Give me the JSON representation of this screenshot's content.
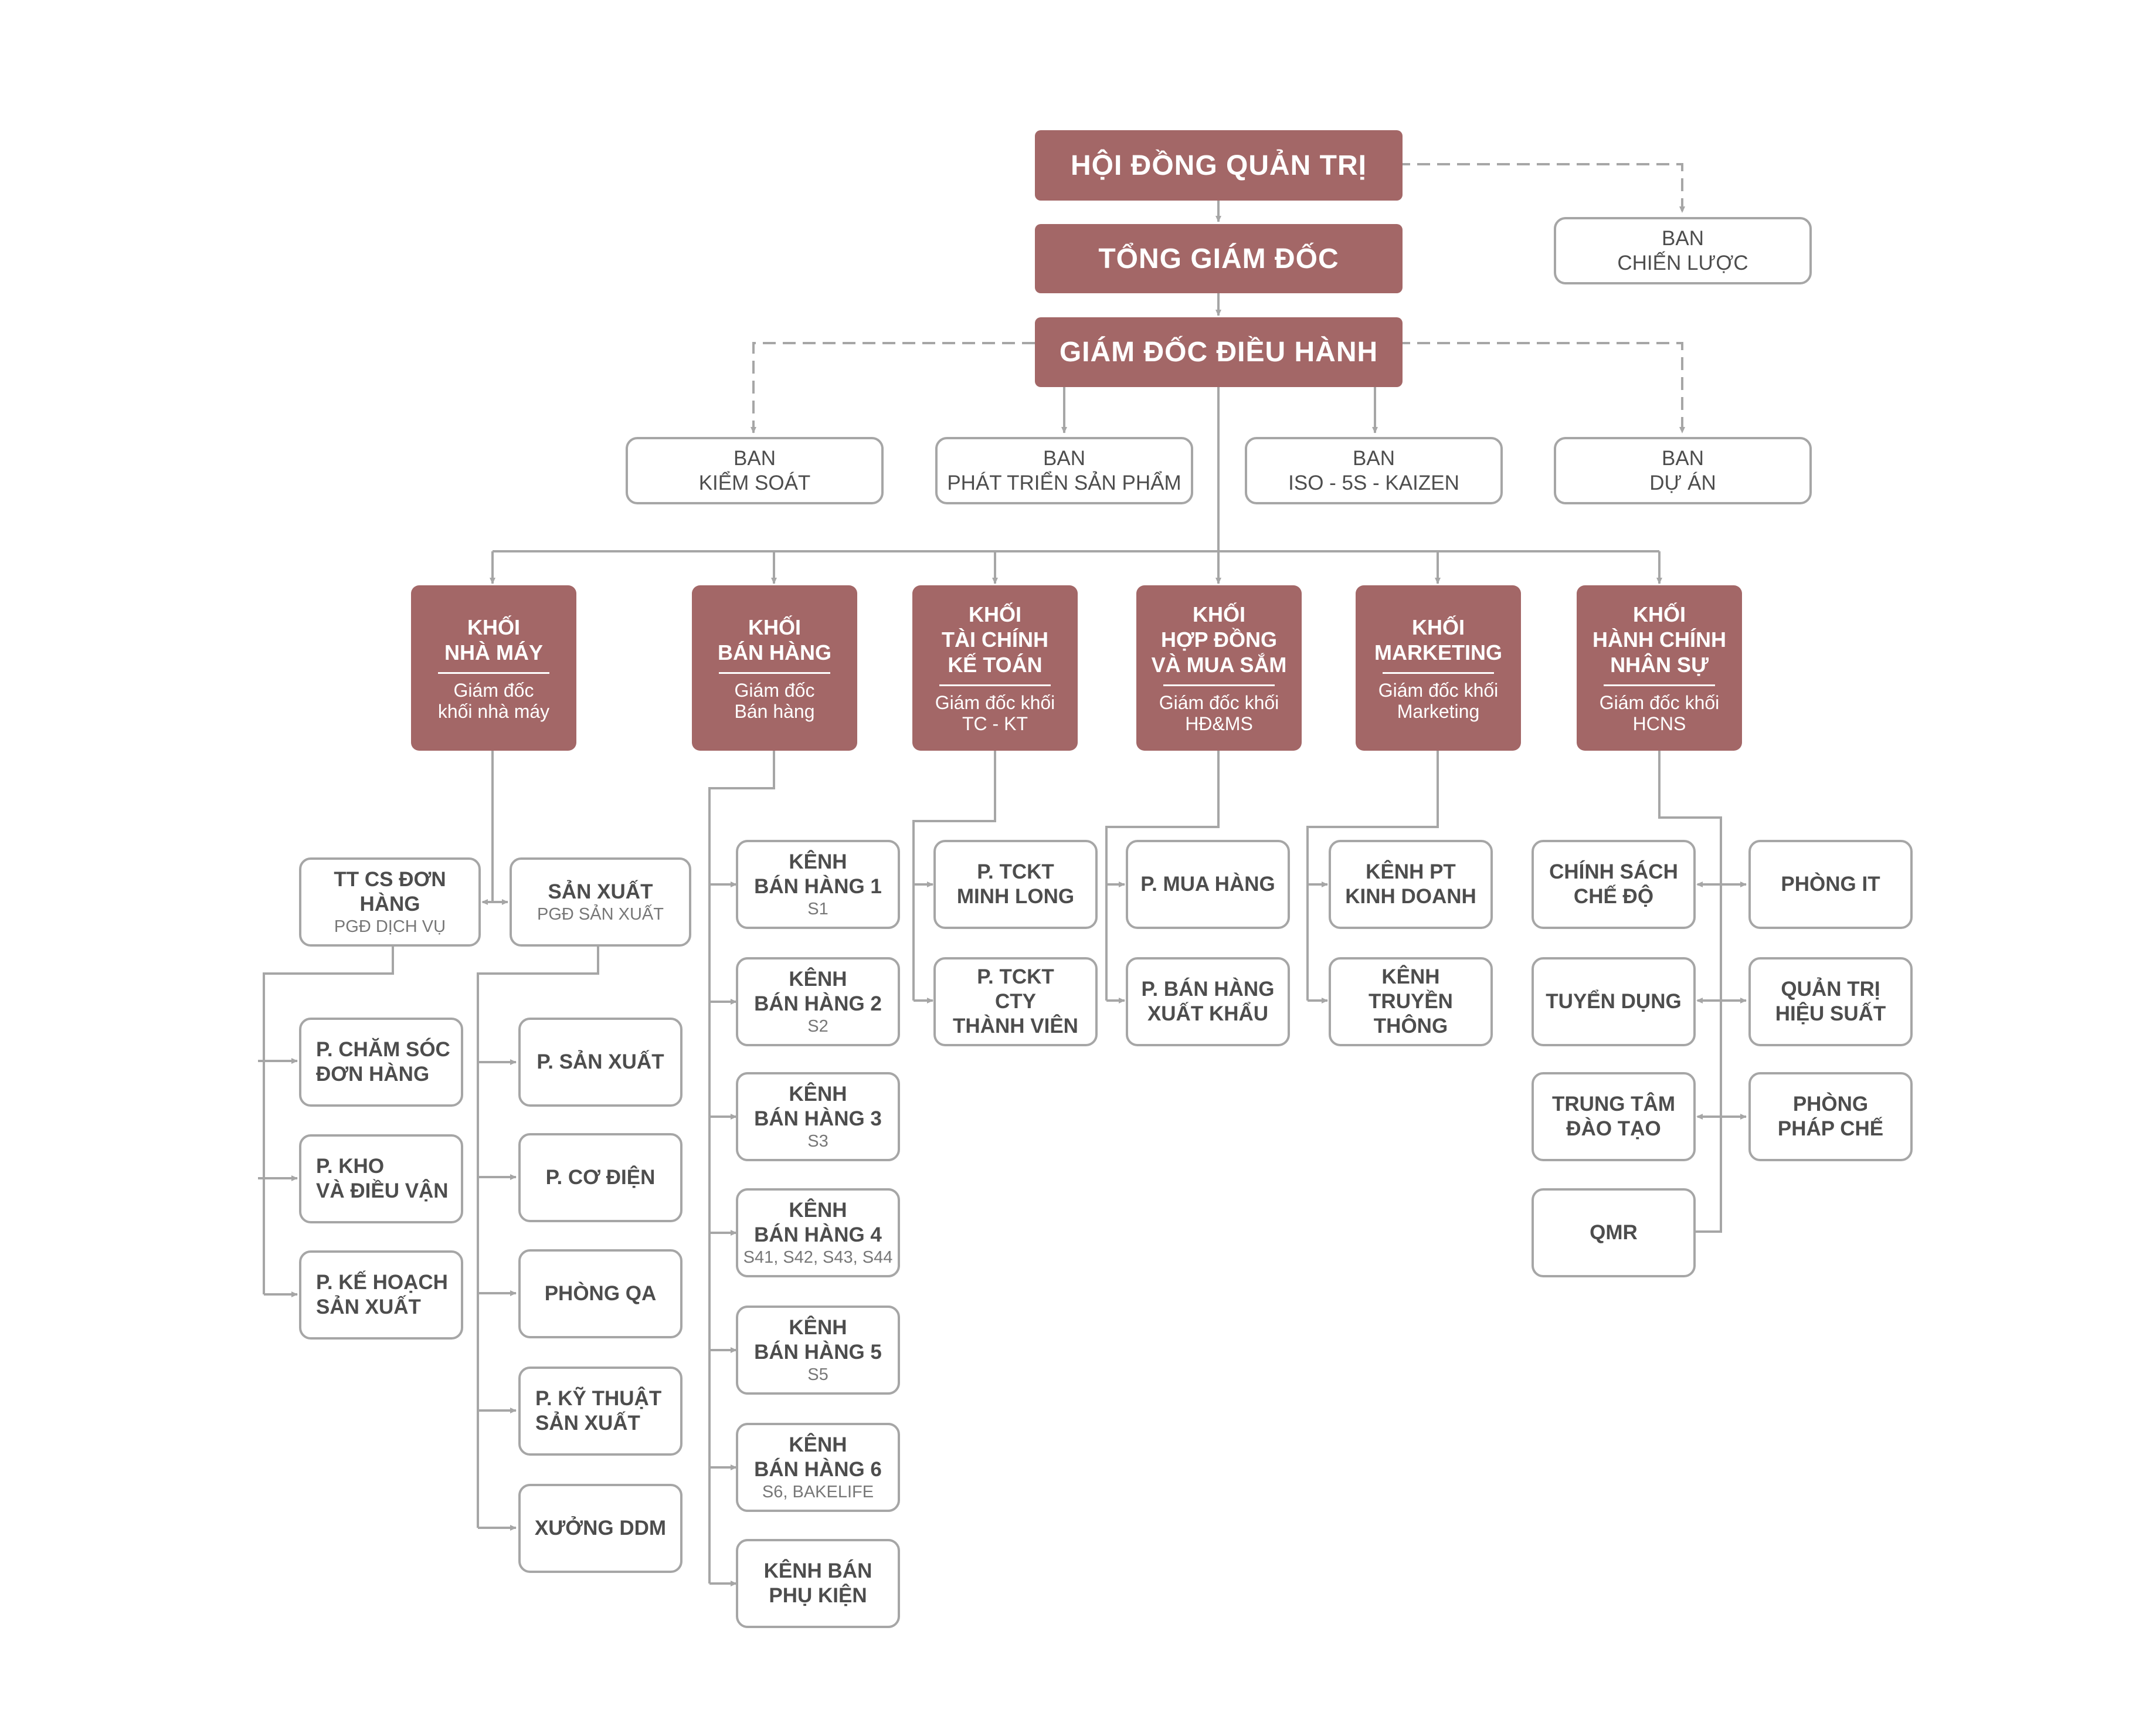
{
  "board": "HỘI ĐỒNG QUẢN TRỊ",
  "ceo": "TỔNG GIÁM ĐỐC",
  "coo": "GIÁM ĐỐC ĐIỀU HÀNH",
  "ban_chien_luoc": "BAN\nCHIẾN LƯỢC",
  "ban_kiem_soat": "BAN\nKIỂM SOÁT",
  "ban_phat_trien": "BAN\nPHÁT TRIỂN SẢN PHẨM",
  "ban_iso": "BAN\nISO - 5S - KAIZEN",
  "ban_du_an": "BAN\nDỰ ÁN",
  "blocks": [
    {
      "title": "KHỐI\nNHÀ MÁY",
      "sub": "Giám đốc\nkhối nhà máy"
    },
    {
      "title": "KHỐI\nBÁN HÀNG",
      "sub": "Giám đốc\nBán hàng"
    },
    {
      "title": "KHỐI\nTÀI CHÍNH\nKẾ TOÁN",
      "sub": "Giám đốc khối\nTC - KT"
    },
    {
      "title": "KHỐI\nHỢP ĐỒNG\nVÀ MUA SẮM",
      "sub": "Giám đốc khối\nHĐ&MS"
    },
    {
      "title": "KHỐI\nMARKETING",
      "sub": "Giám đốc khối\nMarketing"
    },
    {
      "title": "KHỐI\nHÀNH CHÍNH\nNHÂN SỰ",
      "sub": "Giám đốc khối\nHCNS"
    }
  ],
  "factory": {
    "tt_cs": {
      "title": "TT CS ĐƠN HÀNG",
      "sub": "PGĐ DỊCH VỤ"
    },
    "san_xuat": {
      "title": "SẢN XUẤT",
      "sub": "PGĐ SẢN XUẤT"
    },
    "left": [
      "P. CHĂM SÓC\nĐƠN HÀNG",
      "P. KHO\nVÀ ĐIỀU VẬN",
      "P. KẾ HOẠCH\nSẢN XUẤT"
    ],
    "right": [
      "P. SẢN XUẤT",
      "P. CƠ ĐIỆN",
      "PHÒNG QA",
      "P. KỸ THUẬT\nSẢN XUẤT",
      "XƯỞNG DDM"
    ]
  },
  "sales": [
    {
      "title": "KÊNH\nBÁN HÀNG 1",
      "sub": "S1"
    },
    {
      "title": "KÊNH\nBÁN HÀNG 2",
      "sub": "S2"
    },
    {
      "title": "KÊNH\nBÁN HÀNG 3",
      "sub": "S3"
    },
    {
      "title": "KÊNH\nBÁN HÀNG 4",
      "sub": "S41, S42, S43, S44"
    },
    {
      "title": "KÊNH\nBÁN HÀNG 5",
      "sub": "S5"
    },
    {
      "title": "KÊNH\nBÁN HÀNG 6",
      "sub": "S6, BAKELIFE"
    },
    {
      "title": "KÊNH BÁN\nPHỤ KIỆN",
      "sub": ""
    }
  ],
  "finance": [
    "P. TCKT\nMINH LONG",
    "P. TCKT\nCTY\nTHÀNH VIÊN"
  ],
  "procurement": [
    "P. MUA HÀNG",
    "P. BÁN HÀNG\nXUẤT KHẨU"
  ],
  "marketing": [
    "KÊNH PT\nKINH DOANH",
    "KÊNH\nTRUYỀN THÔNG"
  ],
  "hr_left": [
    "CHÍNH SÁCH\nCHẾ ĐỘ",
    "TUYỂN DỤNG",
    "TRUNG TÂM\nĐÀO TẠO",
    "QMR"
  ],
  "hr_right": [
    "PHÒNG IT",
    "QUẢN TRỊ\nHIỆU SUẤT",
    "PHÒNG\nPHÁP CHẾ"
  ],
  "colors": {
    "accent": "#a36767",
    "line": "#a6a6a6",
    "text": "#4d4d4d"
  }
}
